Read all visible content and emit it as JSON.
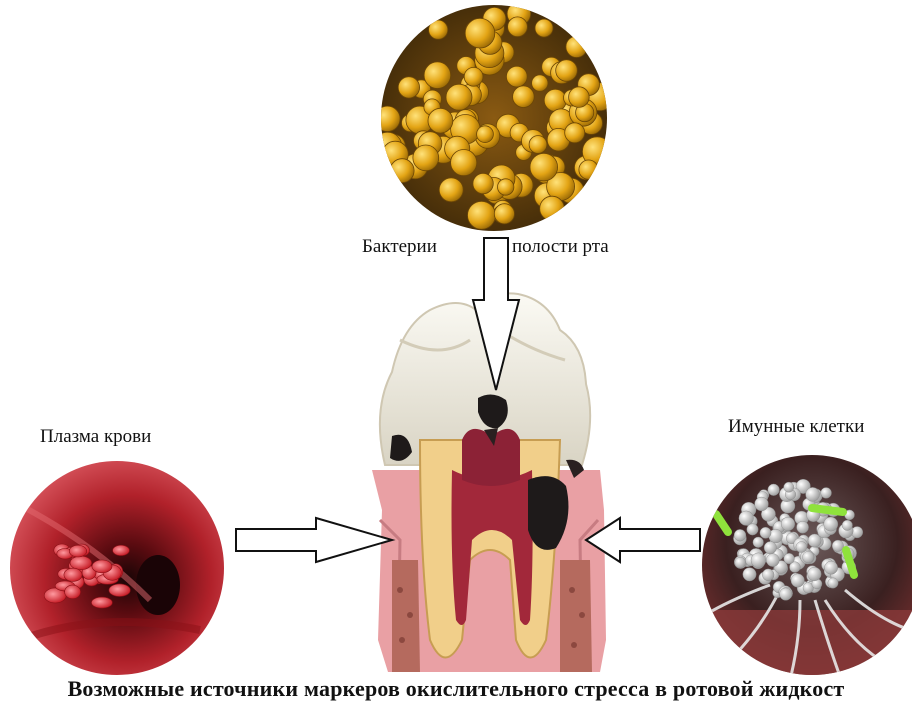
{
  "labels": {
    "bacteria": "Бактерии",
    "oral_cavity": "полости рта",
    "plasma": "Плазма крови",
    "immune": "Имунные клетки"
  },
  "caption": "Возможные источники маркеров окислительного стресса в ротовой жидкост",
  "colors": {
    "bacteria": "#e3a414",
    "blood": "#c8202a",
    "gum": "#e9a0a4",
    "dentin": "#f1cf8a",
    "enamel": "#f3f0e6",
    "immune_cell": "#d8d8d8",
    "immune_marker": "#8fe23c"
  }
}
